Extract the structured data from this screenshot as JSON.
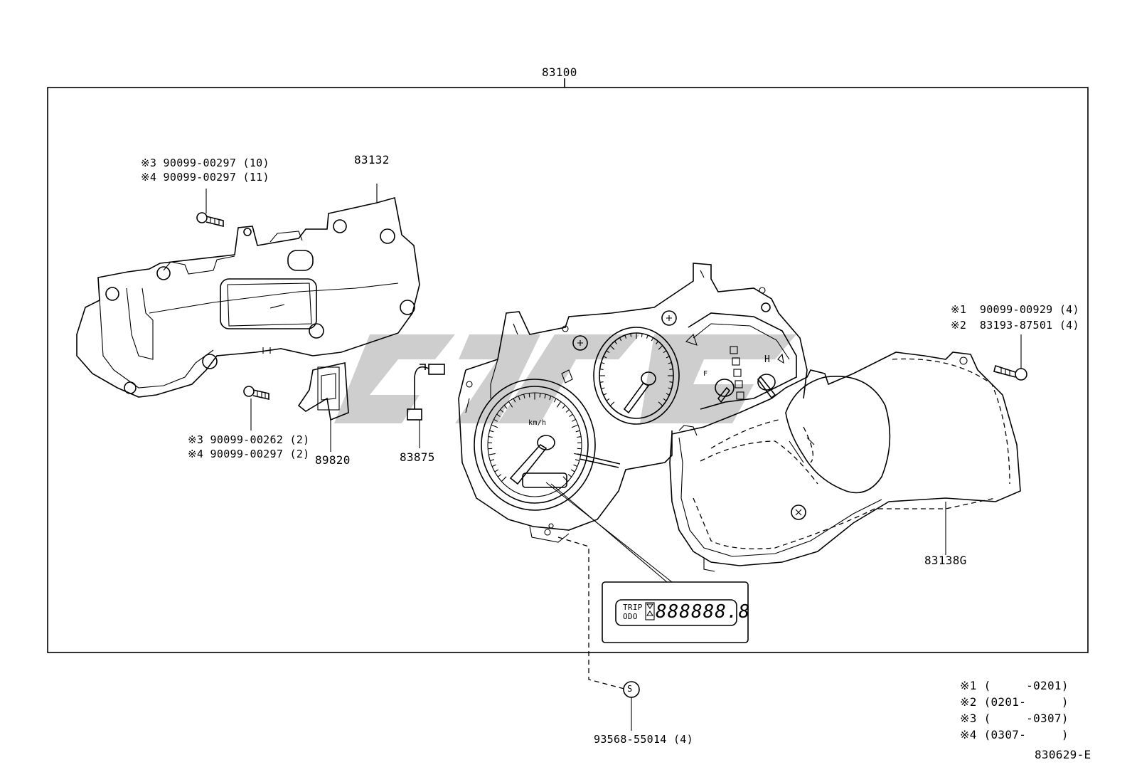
{
  "diagram": {
    "assembly_number": "83100",
    "drawing_code": "830629-E",
    "parts": {
      "upper_case": "83132",
      "cover": "83138G",
      "resistor": "89820",
      "wire_connector": "83875"
    },
    "screw_callouts": {
      "top_screw": [
        "※3 90099-00297 (10)",
        "※4 90099-00297 (11)"
      ],
      "mid_screw": [
        "※3 90099-00262 (2)",
        "※4 90099-00297 (2)"
      ],
      "right_screw": [
        "※1  90099-00929 (4)",
        "※2  83193-87501 (4)"
      ]
    },
    "standard_part": {
      "symbol": "S",
      "label": "93568-55014 (4)"
    },
    "odometer_display": {
      "trip": "TRIP",
      "odo": "ODO",
      "digits": "888888.8"
    },
    "speedometer_unit": "km/h",
    "gauge_marks": {
      "hot": "H",
      "fuel": "F"
    },
    "footnotes": [
      "※1 (     -0201)",
      "※2 (0201-     )",
      "※3 (     -0307)",
      "※4 (0307-     )"
    ],
    "watermark": "CJAG"
  }
}
